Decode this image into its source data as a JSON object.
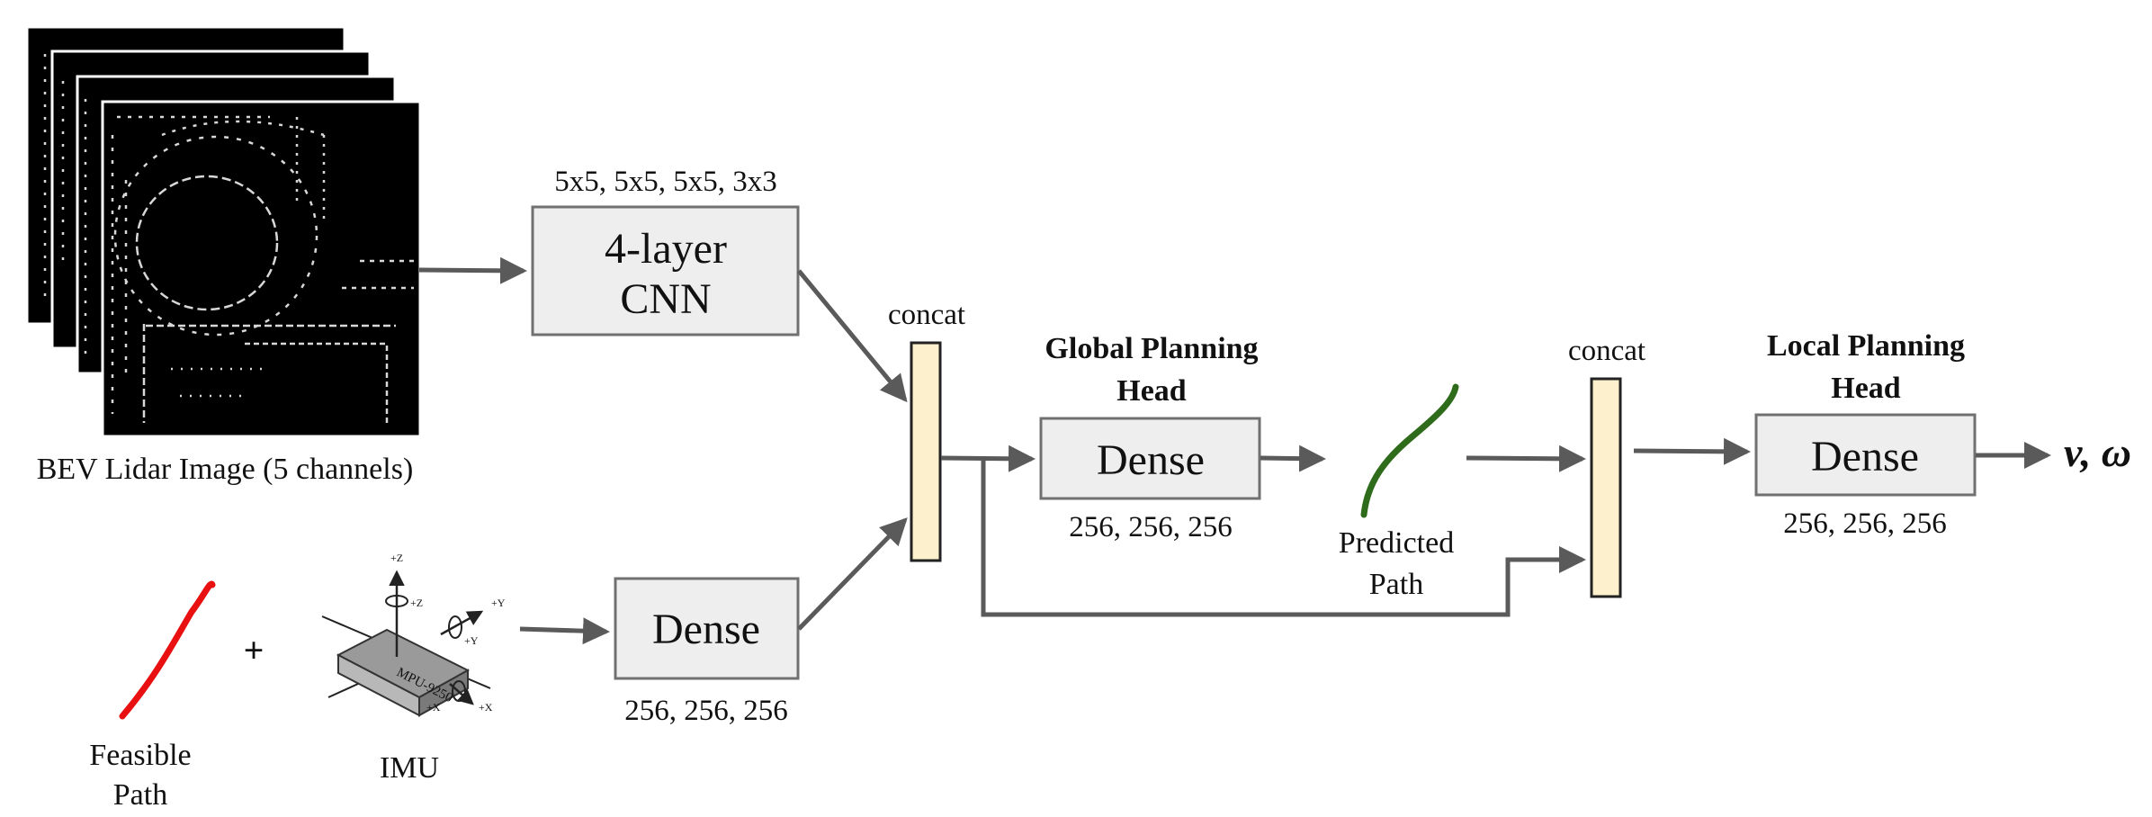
{
  "lidar": {
    "caption": "BEV Lidar Image (5 channels)"
  },
  "cnn": {
    "kernels": "5x5, 5x5, 5x5, 3x3",
    "line1": "4-layer",
    "line2": "CNN"
  },
  "feasible_path": {
    "line1": "Feasible",
    "line2": "Path",
    "plus": "+"
  },
  "imu": {
    "caption": "IMU",
    "chip_text": "MPU-9250",
    "axis_labels": {
      "z_top": "+Z",
      "z_side": "+Z",
      "y_top": "+Y",
      "y_side": "+Y",
      "x_left": "+X",
      "x_right": "+X"
    }
  },
  "dense_input": {
    "label": "Dense",
    "dims": "256, 256, 256"
  },
  "concat1": {
    "label": "concat"
  },
  "global_head": {
    "title1": "Global Planning",
    "title2": "Head",
    "label": "Dense",
    "dims": "256, 256, 256"
  },
  "predicted_path": {
    "line1": "Predicted",
    "line2": "Path"
  },
  "concat2": {
    "label": "concat"
  },
  "local_head": {
    "title1": "Local Planning",
    "title2": "Head",
    "label": "Dense",
    "dims": "256, 256, 256"
  },
  "output": {
    "label": "v, ω"
  },
  "colors": {
    "feasible_path": "#e81010",
    "predicted_path": "#2e6b1a",
    "arrow": "#5a5a5a",
    "concat_fill": "#fdf0cc",
    "box_fill": "#eeeeee"
  }
}
